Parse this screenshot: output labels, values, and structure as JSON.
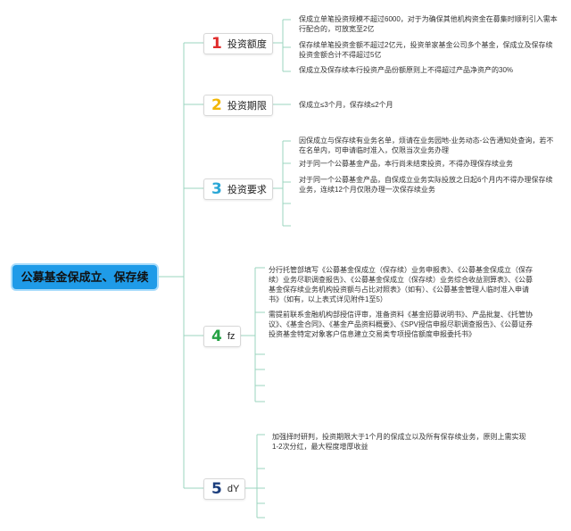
{
  "root": {
    "label": "公募基金保成立、保存续"
  },
  "branches": [
    {
      "num": "1",
      "num_color": "#e02b2b",
      "label": "投资额度",
      "leaves": [
        "保成立单笔投资规模不超过6000，对于为确保其他机构资金在募集时顺利引入需本行配合的，可放宽至2亿",
        "保存续单笔投资金额不超过2亿元，投资单家基金公司多个基金，保成立及保存续投资金额合计不得超过5亿",
        "保成立及保存续本行投资产品份额原则上不得超过产品净资产的30%"
      ]
    },
    {
      "num": "2",
      "num_color": "#f2b705",
      "label": "投资期限",
      "leaves": [
        "保成立≤3个月，保存续≤2个月"
      ]
    },
    {
      "num": "3",
      "num_color": "#2aa7d6",
      "label": "投资要求",
      "leaves": [
        "因保成立与保存续有业务名单，烦请在业务园地-业务动态-公告通知处查询，若不在名单内，可申请临时准入，仅限当次业务办理",
        "对于同一个公募基金产品，本行尚未结束投资，不得办理保存续业务",
        "对于同一个公募基金产品，自保成立业务实际投放之日起6个月内不得办理保存续业务，连续12个月仅限办理一次保存续业务"
      ]
    },
    {
      "num": "4",
      "num_color": "#25a244",
      "label": "fz",
      "leaves": [
        "分行托管部填写《公募基金保成立（保存续）业务申报表》、《公募基金保成立（保存续）业务尽职调查报告》、《公募基金保成立（保存续）业务综合收益测算表》、《公募基金保存续业务机构投资额与占比对照表》（如有）、《公募基金管理人临时准入申请书》（如有，以上表式详见附件1至5）",
        "需提前联系金融机构部授信评审，准备资料《基金招募说明书》、产品批复、《托管协议》、《基金合同》、《基金产品资料概要》、《SPV授信申报尽职调查报告》、《公募证券投资基金特定对象客户信息建立交易类专项授信额度申报委托书》"
      ]
    },
    {
      "num": "5",
      "num_color": "#1a3d7c",
      "label": "dY",
      "leaves": [
        "加强择时研判，投资期限大于1个月的保成立以及所有保存续业务，原则上需实现1-2次分红，最大程度增厚收益"
      ]
    }
  ]
}
